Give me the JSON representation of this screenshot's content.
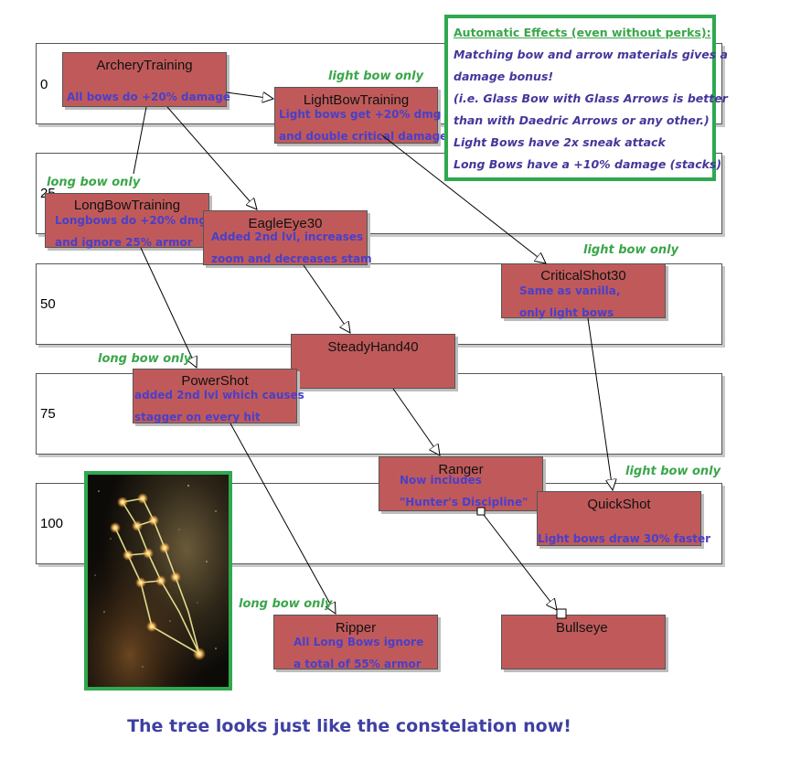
{
  "bands": [
    {
      "label": "0"
    },
    {
      "label": "25"
    },
    {
      "label": "50"
    },
    {
      "label": "75"
    },
    {
      "label": "100"
    }
  ],
  "nodes": {
    "archery": {
      "title": "ArcheryTraining",
      "desc": [
        "All bows do +20% damage"
      ]
    },
    "lightbow": {
      "title": "LightBowTraining",
      "desc": [
        "Light bows get +20% dmg",
        "and double critical damage"
      ]
    },
    "longbow": {
      "title": "LongBowTraining",
      "desc": [
        "Longbows do +20% dmg",
        "and ignore 25% armor"
      ]
    },
    "eagleeye": {
      "title": "EagleEye30",
      "desc": [
        "Added 2nd lvl, increases",
        "zoom and decreases stam"
      ]
    },
    "critical": {
      "title": "CriticalShot30",
      "desc": [
        "Same as vanilla,",
        "only light bows"
      ]
    },
    "steady": {
      "title": "SteadyHand40",
      "desc": []
    },
    "powershot": {
      "title": "PowerShot",
      "desc": [
        "added  2nd lvl which causes",
        "stagger on every hit"
      ]
    },
    "ranger": {
      "title": "Ranger",
      "desc": [
        "Now includes",
        "\"Hunter's Discipline\""
      ]
    },
    "quickshot": {
      "title": "QuickShot",
      "desc": [
        "Light bows draw 30% faster"
      ]
    },
    "ripper": {
      "title": "Ripper",
      "desc": [
        "All Long Bows ignore",
        "a total of 55% armor"
      ]
    },
    "bullseye": {
      "title": "Bullseye",
      "desc": []
    }
  },
  "tags": {
    "light_bow_1": "light bow only",
    "long_bow_1": "long bow only",
    "light_bow_2": "light bow only",
    "long_bow_2": "long bow only",
    "light_bow_3": "light bow only",
    "long_bow_3": "long bow only"
  },
  "effects": {
    "title": "Automatic Effects (even without perks):",
    "lines": [
      "Matching bow and arrow materials gives a",
      "damage bonus!",
      "(i.e. Glass Bow with Glass Arrows is better",
      "than with Daedric Arrows or any other.)",
      "Light Bows have 2x sneak attack",
      "Long Bows have a +10% damage (stacks)"
    ]
  },
  "caption": "The tree looks just like the constelation now!",
  "colors": {
    "node_fill": "#c05a5a",
    "desc_text": "#4a3fc9",
    "tag_text": "#3aa64a",
    "frame_green": "#2fa84f",
    "caption": "#3f40a3"
  },
  "icons": {
    "constellation": "archer-constellation-image"
  }
}
